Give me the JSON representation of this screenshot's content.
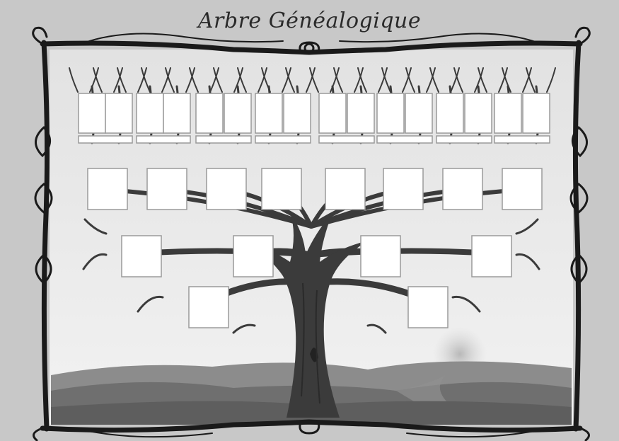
{
  "title": "Arbre Généalogique",
  "colors": {
    "background": "#c8c8c8",
    "frame": "#1a1a1a",
    "sky_top": "#e2e2e2",
    "sky_bottom": "#f2f2f2",
    "hills_far": "#8c8c8c",
    "hills_near": "#6f6f6f",
    "ground": "#5e5e5e",
    "trunk": "#3b3b3b",
    "card": "#ffffff",
    "card_border": "#9a9a9a"
  },
  "tree": {
    "generations": [
      {
        "level": 1,
        "frames": 2
      },
      {
        "level": 2,
        "frames": 4
      },
      {
        "level": 3,
        "frames": 8
      },
      {
        "level": 4,
        "frames": 16
      }
    ]
  }
}
